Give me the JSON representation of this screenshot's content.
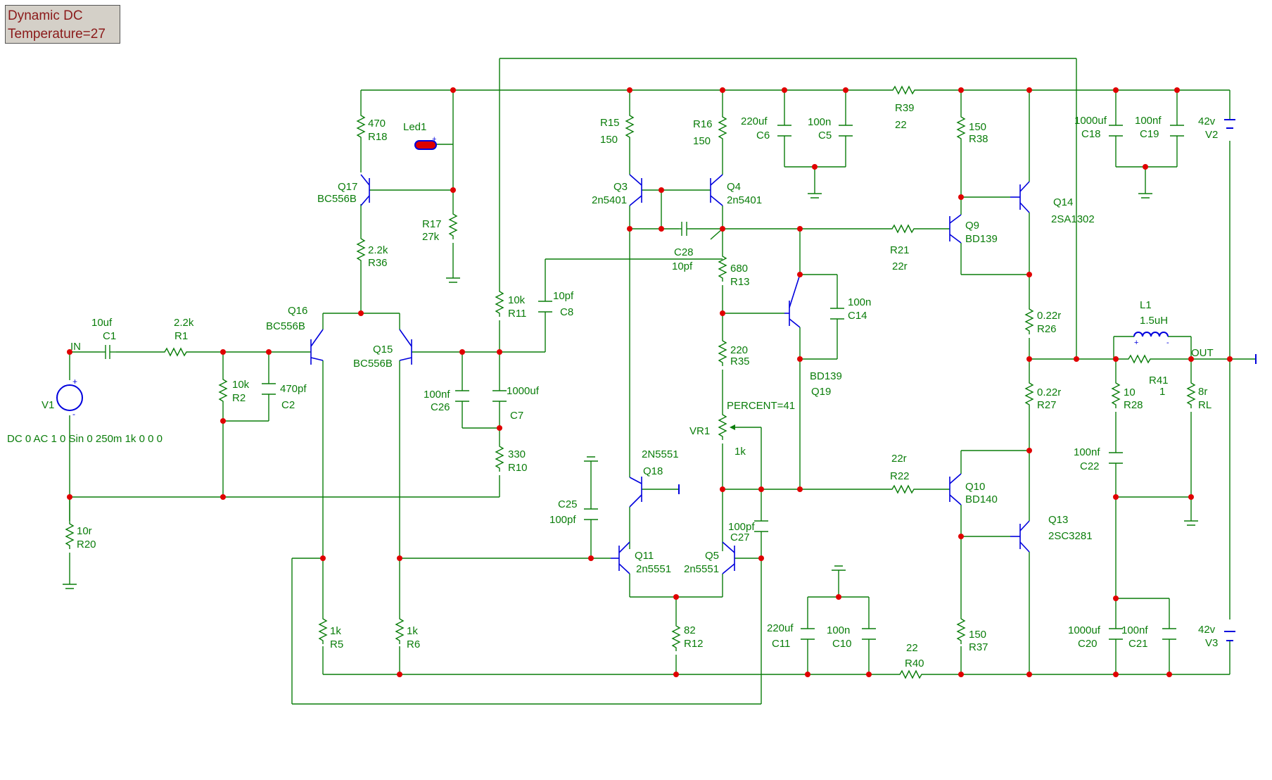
{
  "status": {
    "line1": "Dynamic DC",
    "line2": "Temperature=27"
  },
  "labels": {
    "r18_val": "470",
    "r18": "R18",
    "led1": "Led1",
    "q17": "Q17",
    "q17_type": "BC556B",
    "r17": "R17",
    "r17_val": "27k",
    "r36_val": "2.2k",
    "r36": "R36",
    "r15": "R15",
    "r15_val": "150",
    "r16": "R16",
    "r16_val": "150",
    "c6_val": "220uf",
    "c6": "C6",
    "c5_val": "100n",
    "c5": "C5",
    "r39": "R39",
    "r39_val": "22",
    "r38_val": "150",
    "r38": "R38",
    "c18_val": "1000uf",
    "c18": "C18",
    "c19_val": "100nf",
    "c19": "C19",
    "v2_val": "42v",
    "v2": "V2",
    "q3": "Q3",
    "q3_type": "2n5401",
    "q4": "Q4",
    "q4_type": "2n5401",
    "q14": "Q14",
    "q14_type": "2SA1302",
    "q9": "Q9",
    "q9_type": "BD139",
    "c28": "C28",
    "c28_val": "10pf",
    "r21": "R21",
    "r21_val": "22r",
    "r13_val": "680",
    "r13": "R13",
    "c14_val": "100n",
    "c14": "C14",
    "q19_type": "BD139",
    "q19": "Q19",
    "r26_val": "0.22r",
    "r26": "R26",
    "l1": "L1",
    "l1_val": "1.5uH",
    "out": "OUT",
    "r41": "R41",
    "r41_val": "1",
    "rl_val": "8r",
    "rl": "RL",
    "r28_val": "10",
    "r28": "R28",
    "r27_val": "0.22r",
    "r27": "R27",
    "c22_val": "100nf",
    "c22": "C22",
    "q16": "Q16",
    "q16_type": "BC556B",
    "q15": "Q15",
    "q15_type": "BC556B",
    "in": "IN",
    "c1_val": "10uf",
    "c1": "C1",
    "r1_val": "2.2k",
    "r1": "R1",
    "r2_val": "10k",
    "r2": "R2",
    "c2_val": "470pf",
    "c2": "C2",
    "v1": "V1",
    "v1_spec": "DC 0 AC 1 0 Sin 0 250m 1k 0 0 0",
    "r11_val": "10k",
    "r11": "R11",
    "c8_val": "10pf",
    "c8": "C8",
    "c26_val": "100nf",
    "c26": "C26",
    "c7_val": "1000uf",
    "c7": "C7",
    "r10_val": "330",
    "r10": "R10",
    "r35_val": "220",
    "r35": "R35",
    "percent": "PERCENT=41",
    "vr1": "VR1",
    "vr1_val": "1k",
    "q18_type": "2N5551",
    "q18": "Q18",
    "r22_val": "22r",
    "r22": "R22",
    "q10": "Q10",
    "q10_type": "BD140",
    "q13": "Q13",
    "q13_type": "2SC3281",
    "c25": "C25",
    "c25_val": "100pf",
    "c27_val": "100pf",
    "c27": "C27",
    "q11": "Q11",
    "q11_type": "2n5551",
    "q5": "Q5",
    "q5_type": "2n5551",
    "r20_val": "10r",
    "r20": "R20",
    "r5_val": "1k",
    "r5": "R5",
    "r6_val": "1k",
    "r6": "R6",
    "r12_val": "82",
    "r12": "R12",
    "c11_val": "220uf",
    "c11": "C11",
    "c10_val": "100n",
    "c10": "C10",
    "r40_val": "22",
    "r40": "R40",
    "r37_val": "150",
    "r37": "R37",
    "c20_val": "1000uf",
    "c20": "C20",
    "c21_val": "100nf",
    "c21": "C21",
    "v3_val": "42v",
    "v3": "V3"
  }
}
